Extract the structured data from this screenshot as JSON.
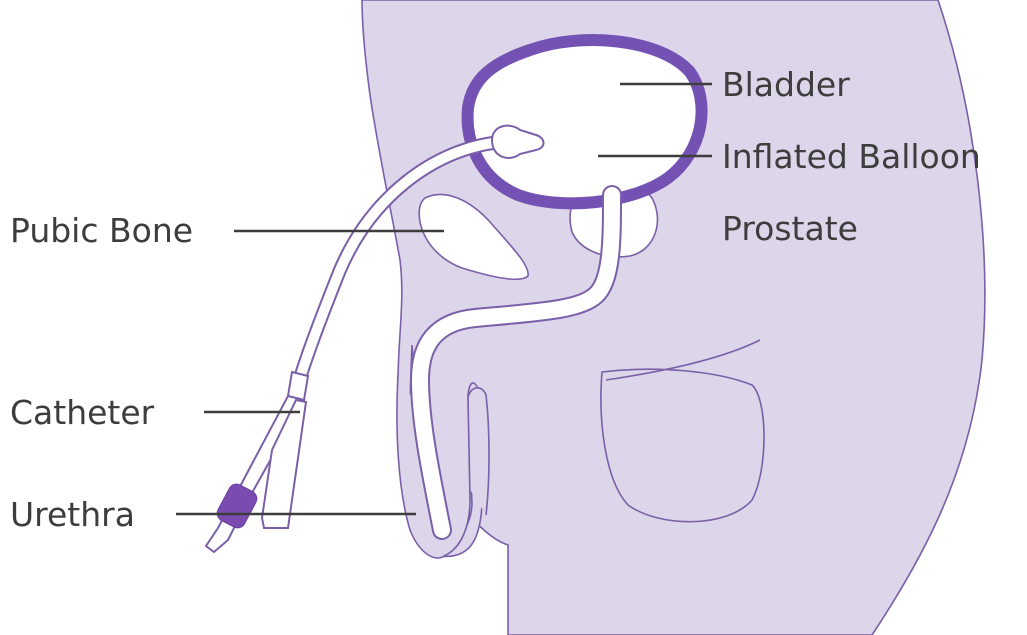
{
  "colors": {
    "body_fill": "#ddd5e9",
    "outline": "#7a5fa9",
    "bladder_wall": "#7452b3",
    "catheter_band": "#7a4cb0",
    "label_text": "#3d3d3d"
  },
  "labels": {
    "bladder": "Bladder",
    "inflated_balloon": "Inflated Balloon",
    "prostate": "Prostate",
    "pubic_bone": "Pubic Bone",
    "catheter": "Catheter",
    "urethra": "Urethra"
  }
}
